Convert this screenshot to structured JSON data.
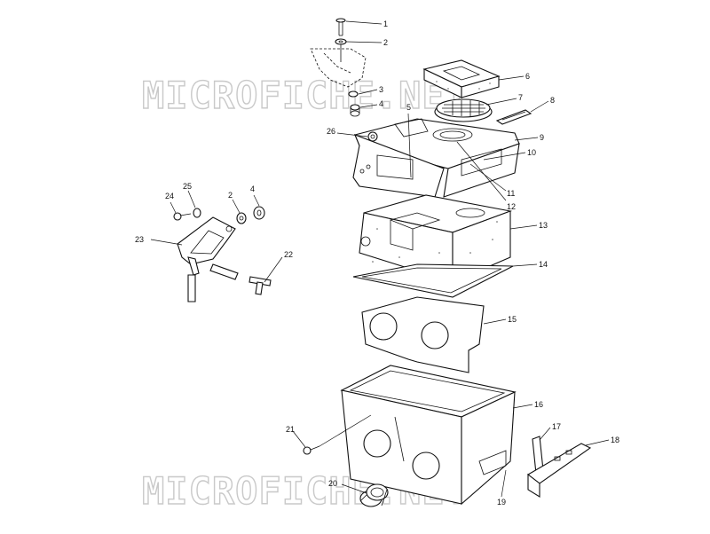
{
  "watermark": {
    "text": "MICROFICHE.NET",
    "color": "#c9c9c9"
  },
  "callouts": [
    {
      "id": "c1",
      "text": "1"
    },
    {
      "id": "c2a",
      "text": "2"
    },
    {
      "id": "c3",
      "text": "3"
    },
    {
      "id": "c4a",
      "text": "4"
    },
    {
      "id": "c5",
      "text": "5"
    },
    {
      "id": "c6",
      "text": "6"
    },
    {
      "id": "c7",
      "text": "7"
    },
    {
      "id": "c8",
      "text": "8"
    },
    {
      "id": "c9",
      "text": "9"
    },
    {
      "id": "c10",
      "text": "10"
    },
    {
      "id": "c11",
      "text": "11"
    },
    {
      "id": "c12",
      "text": "12"
    },
    {
      "id": "c13",
      "text": "13"
    },
    {
      "id": "c14",
      "text": "14"
    },
    {
      "id": "c15",
      "text": "15"
    },
    {
      "id": "c16",
      "text": "16"
    },
    {
      "id": "c17",
      "text": "17"
    },
    {
      "id": "c18",
      "text": "18"
    },
    {
      "id": "c19",
      "text": "19"
    },
    {
      "id": "c20",
      "text": "20"
    },
    {
      "id": "c21",
      "text": "21"
    },
    {
      "id": "c22",
      "text": "22"
    },
    {
      "id": "c23",
      "text": "23"
    },
    {
      "id": "c24",
      "text": "24"
    },
    {
      "id": "c25",
      "text": "25"
    },
    {
      "id": "c26",
      "text": "26"
    },
    {
      "id": "c2b",
      "text": "2"
    },
    {
      "id": "c4b",
      "text": "4"
    }
  ]
}
